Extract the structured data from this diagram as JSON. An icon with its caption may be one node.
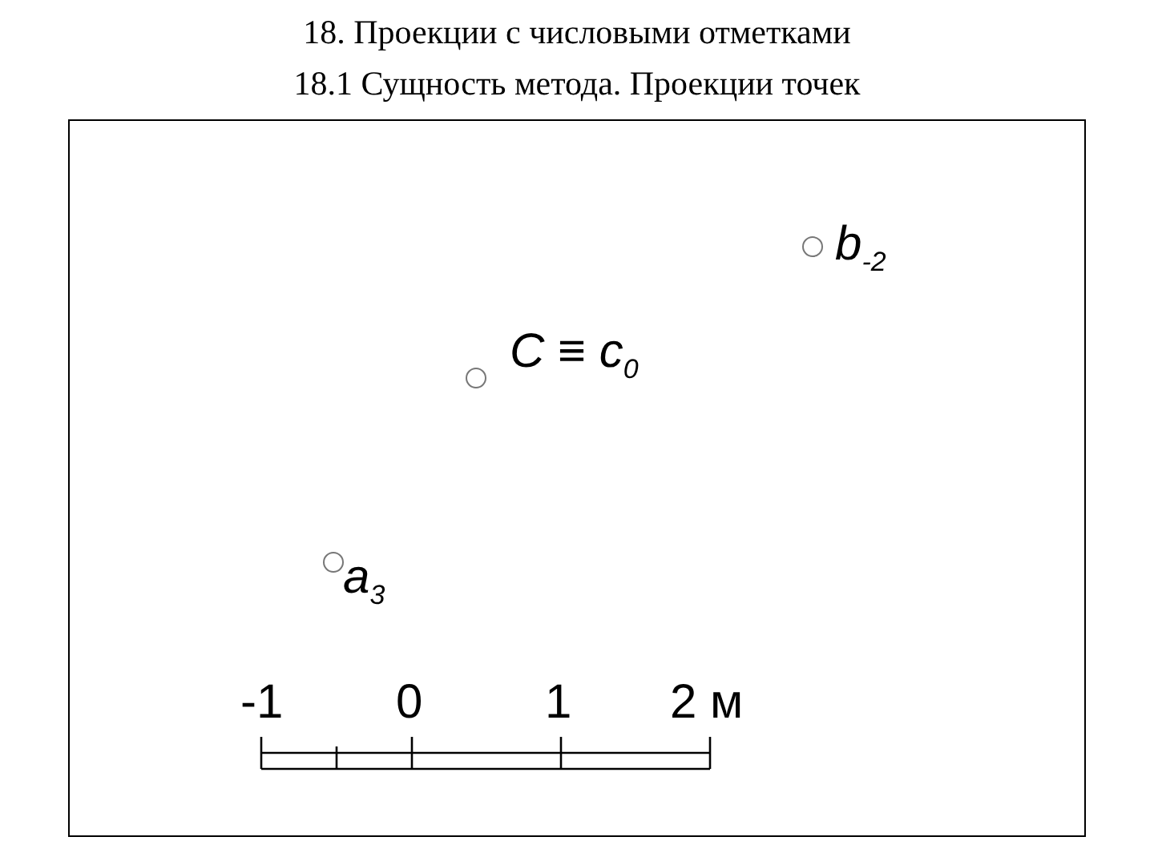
{
  "diagram": {
    "title": "18. Проекции с числовыми отметками",
    "labels": [
      "18.1 Сущность метода. Проекции точек",
      "b$_{-2}$",
      "C ≡ c$_{0}$",
      "a$_{3}$",
      "-1",
      "0",
      "1",
      "2 м"
    ]
  }
}
